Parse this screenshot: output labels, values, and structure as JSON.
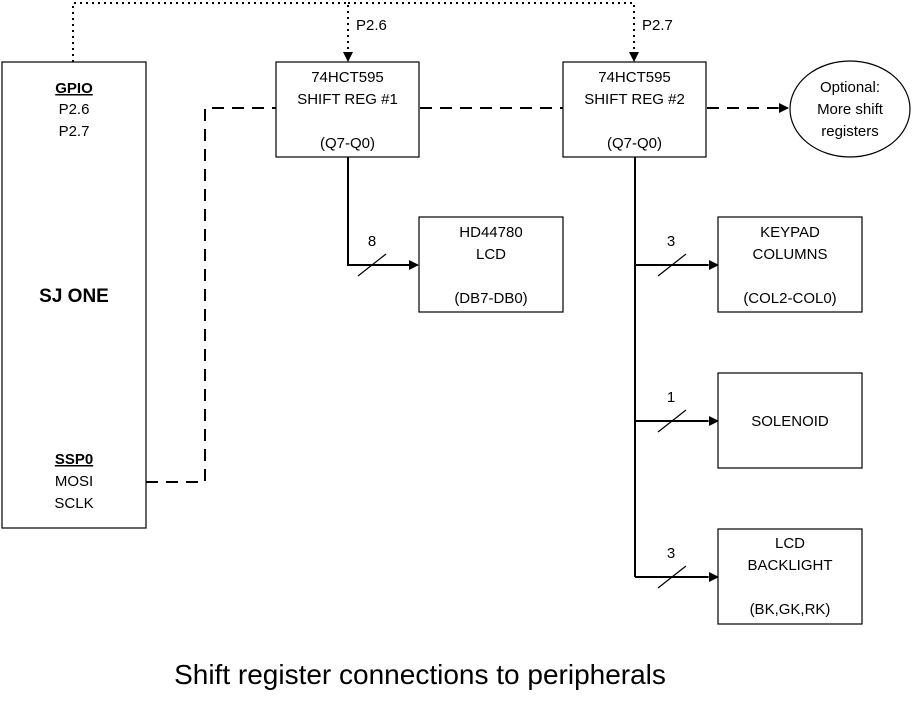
{
  "caption": "Shift register connections to peripherals",
  "sj_one": {
    "gpio_header": "GPIO",
    "gpio_pins": [
      "P2.6",
      "P2.7"
    ],
    "name": "SJ ONE",
    "ssp_header": "SSP0",
    "ssp_pins": [
      "MOSI",
      "SCLK"
    ]
  },
  "signals": {
    "p26": "P2.6",
    "p27": "P2.7"
  },
  "shift_reg_1": {
    "line1": "74HCT595",
    "line2": "SHIFT REG #1",
    "outputs": "(Q7-Q0)"
  },
  "shift_reg_2": {
    "line1": "74HCT595",
    "line2": "SHIFT REG #2",
    "outputs": "(Q7-Q0)"
  },
  "optional": {
    "line1": "Optional:",
    "line2": "More shift",
    "line3": "registers"
  },
  "lcd": {
    "line1": "HD44780",
    "line2": "LCD",
    "pins": "(DB7-DB0)",
    "bus_width": "8"
  },
  "keypad": {
    "line1": "KEYPAD",
    "line2": "COLUMNS",
    "pins": "(COL2-COL0)",
    "bus_width": "3"
  },
  "solenoid": {
    "label": "SOLENOID",
    "bus_width": "1"
  },
  "backlight": {
    "line1": "LCD",
    "line2": "BACKLIGHT",
    "pins": "(BK,GK,RK)",
    "bus_width": "3"
  }
}
